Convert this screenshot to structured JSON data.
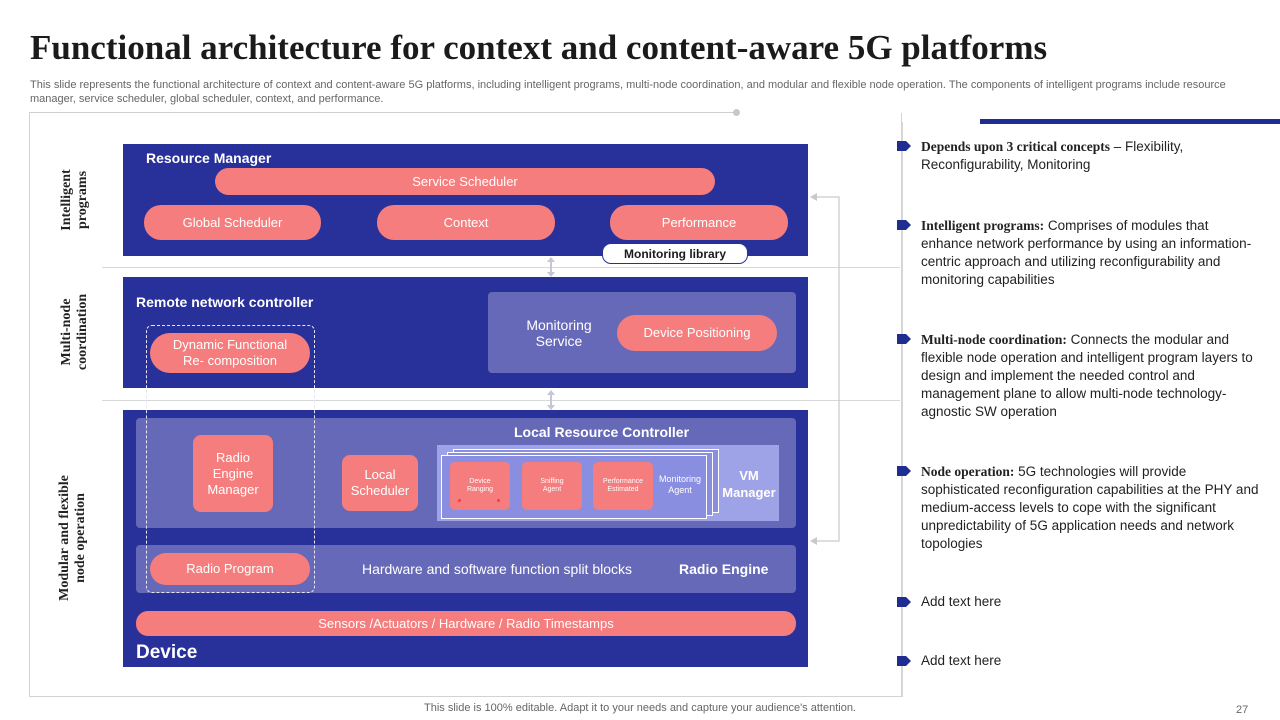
{
  "title": "Functional architecture for context and content-aware 5G platforms",
  "subtitle": "This slide represents the functional architecture of context and content-aware 5G platforms, including intelligent programs, multi-node coordination, and modular and flexible node operation. The components of intelligent programs include resource manager, service scheduler, global scheduler, context, and performance.",
  "layers": {
    "intelligent": [
      "Intelligent",
      "programs"
    ],
    "multinode": [
      "Multi-node",
      "coordination"
    ],
    "modular": [
      "Modular and flexible",
      "node operation"
    ]
  },
  "intelligent": {
    "title": "Resource Manager",
    "service_scheduler": "Service Scheduler",
    "global_scheduler": "Global Scheduler",
    "context": "Context",
    "performance": "Performance",
    "monitoring_library": "Monitoring library"
  },
  "multinode": {
    "title": "Remote network controller",
    "dynamic": [
      "Dynamic Functional",
      "Re- composition"
    ],
    "monitoring_service": [
      "Monitoring",
      "Service"
    ],
    "device_positioning": "Device Positioning"
  },
  "modular": {
    "local_resource_controller": "Local Resource Controller",
    "radio_engine_manager": [
      "Radio",
      "Engine",
      "Manager"
    ],
    "local_scheduler": [
      "Local",
      "Scheduler"
    ],
    "device_ranging": [
      "Device",
      "Ranging"
    ],
    "sniffing_agent": [
      "Sniffing",
      "Agent"
    ],
    "performance_estimated": [
      "Performance",
      "Estimated"
    ],
    "monitoring_agent": [
      "Monitoring",
      "Agent"
    ],
    "vm_manager": [
      "VM",
      "Manager"
    ],
    "radio_program": "Radio Program",
    "split_blocks": "Hardware and software function split blocks",
    "radio_engine": "Radio Engine",
    "sensors": "Sensors /Actuators / Hardware / Radio Timestamps",
    "device": "Device"
  },
  "bullets": [
    {
      "heading": "Depends upon 3 critical concepts",
      "text": " – Flexibility, Reconfigurability, Monitoring"
    },
    {
      "heading": "Intelligent programs:",
      "text": " Comprises of modules that enhance network performance by using an information-centric approach and utilizing reconfigurability and monitoring capabilities"
    },
    {
      "heading": "Multi-node coordination:",
      "text": " Connects the modular and flexible node operation and intelligent program layers to design and implement the needed control and management plane to allow multi-node technology-agnostic SW operation"
    },
    {
      "heading": "Node operation:",
      "text": " 5G technologies will provide sophisticated reconfiguration capabilities at the PHY and medium-access levels to cope with the significant unpredictability of 5G application needs and network topologies"
    },
    {
      "heading": "",
      "text": "Add text here"
    },
    {
      "heading": "",
      "text": "Add text here"
    }
  ],
  "footer": "This slide is 100% editable. Adapt it to your needs and capture your audience's attention.",
  "page_number": "27",
  "colors": {
    "navy": "#28309a",
    "coral": "#f57d7d",
    "lavender": "#6669b7",
    "accent": "#1e2d8f"
  }
}
